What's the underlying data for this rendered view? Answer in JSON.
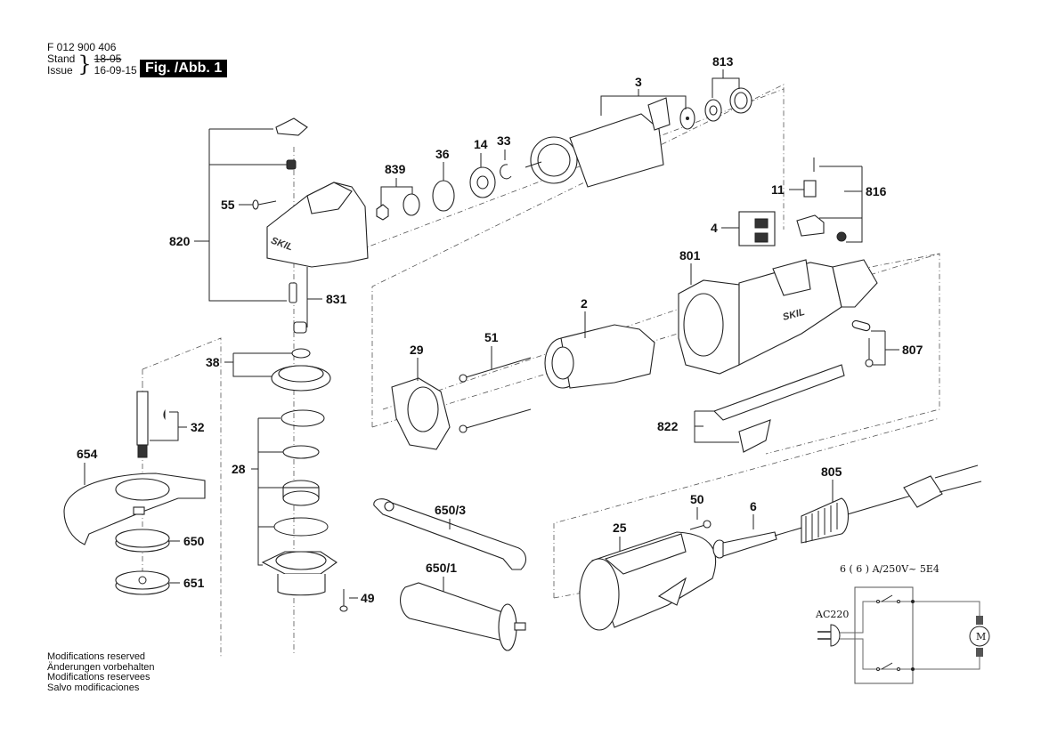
{
  "header": {
    "part_number": "F 012 900 406",
    "stand_label": "Stand",
    "issue_label": "Issue",
    "stand_value": "18-05",
    "issue_value": "16-09-15",
    "figure_label": "Fig. /Abb. 1"
  },
  "footer": {
    "lines": [
      "Modifications reserved",
      "Änderungen vorbehalten",
      "Modifications reservees",
      "Salvo modificaciones"
    ]
  },
  "parts": {
    "p3": "3",
    "p813": "813",
    "p839": "839",
    "p36": "36",
    "p14": "14",
    "p33": "33",
    "p55": "55",
    "p820": "820",
    "p831": "831",
    "p816": "816",
    "p11": "11",
    "p4": "4",
    "p801": "801",
    "p2": "2",
    "p51": "51",
    "p29": "29",
    "p807": "807",
    "p822": "822",
    "p38": "38",
    "p32": "32",
    "p654": "654",
    "p28": "28",
    "p650": "650",
    "p651": "651",
    "p49": "49",
    "p650_3": "650/3",
    "p650_1": "650/1",
    "p25": "25",
    "p50": "50",
    "p6": "6",
    "p805": "805"
  },
  "circuit": {
    "rating": "6 ( 6 ) A/250V~  5E4",
    "supply": "AC220",
    "motor": "M"
  },
  "brand": "SKIL"
}
